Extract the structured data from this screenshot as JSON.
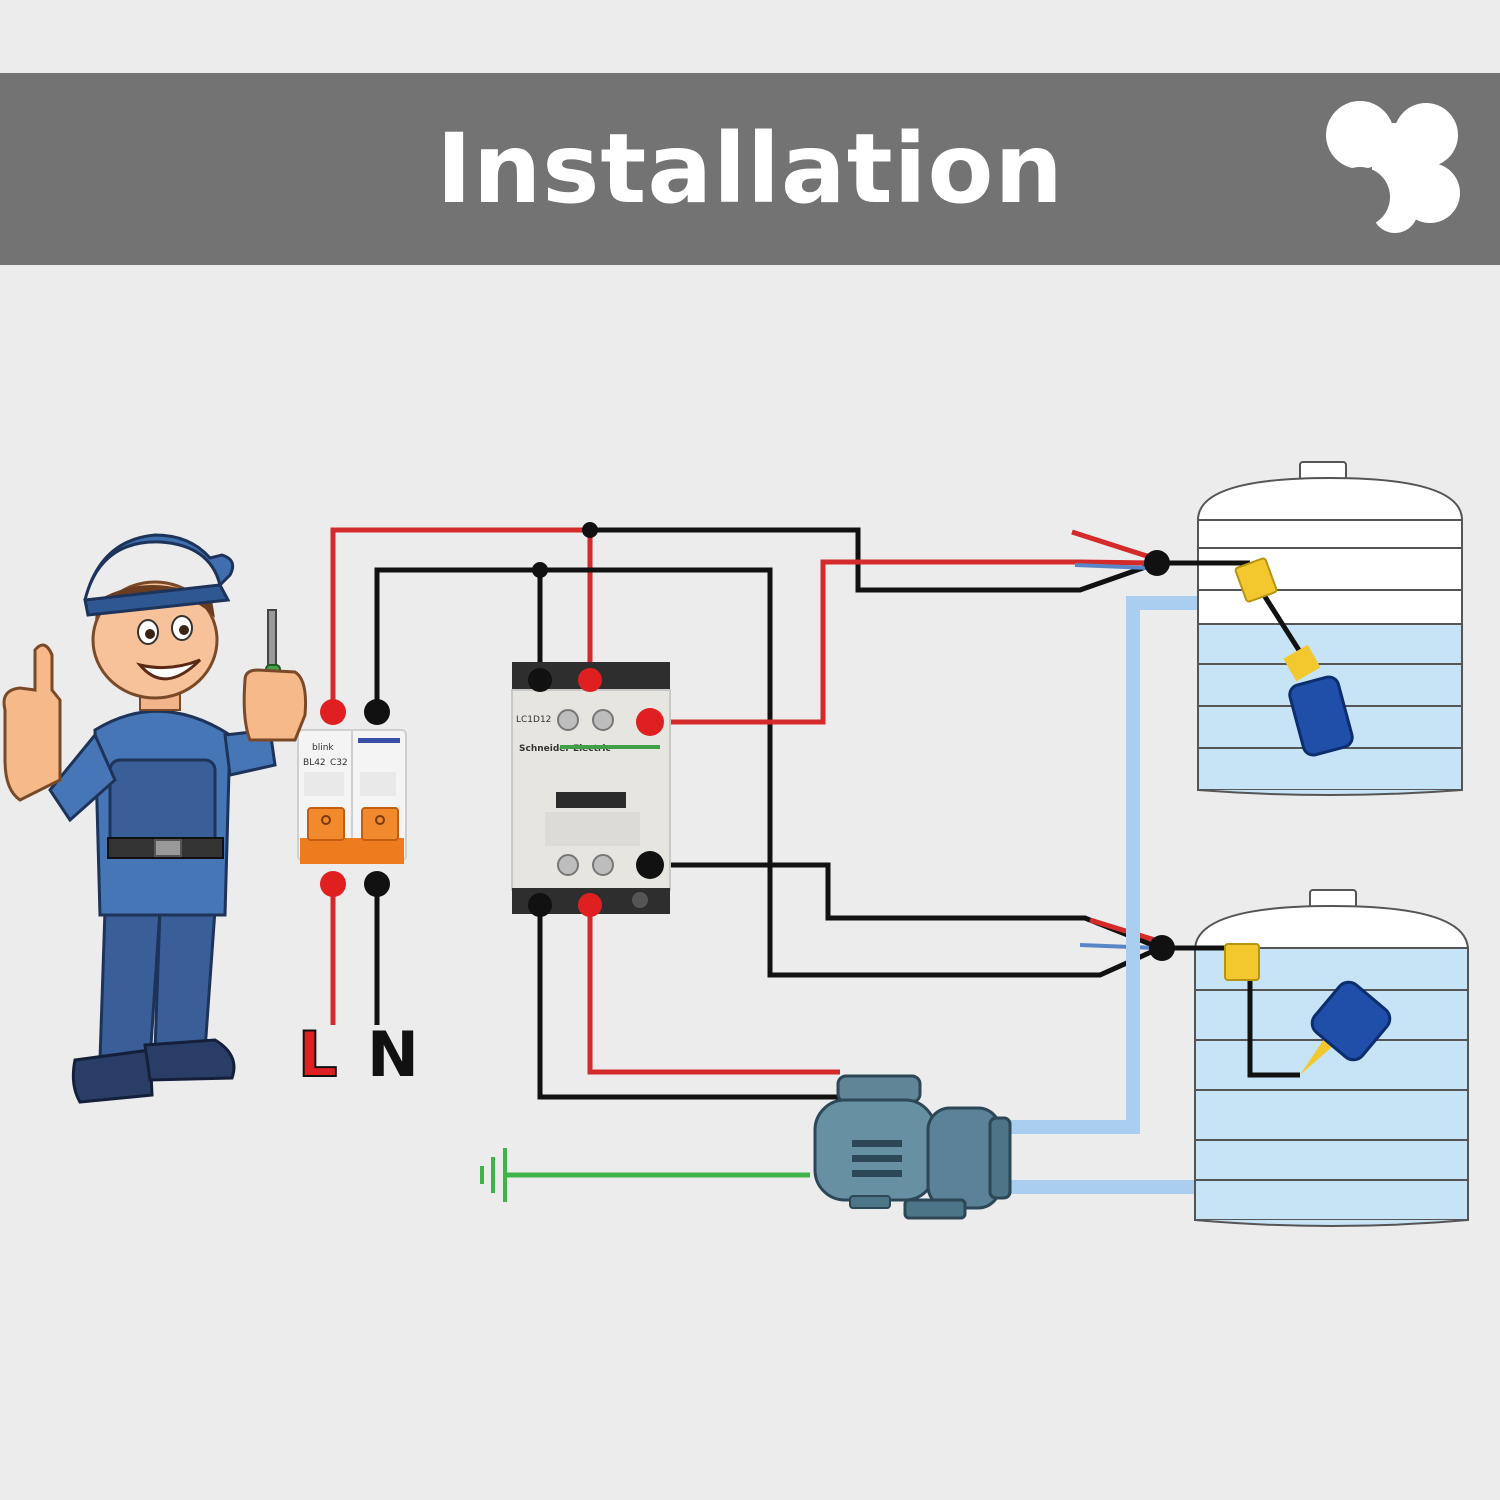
{
  "header": {
    "title": "Installation",
    "logo_icon": "flower-logo-icon",
    "background": "#737373"
  },
  "diagram": {
    "breaker": {
      "brand": "blink",
      "model": "BL42",
      "rating": "C32"
    },
    "contactor": {
      "brand": "Schneider Electric",
      "model": "LC1D12"
    },
    "terminals": {
      "line": "L",
      "neutral": "N",
      "line_color": "#e02020",
      "neutral_color": "#111111"
    },
    "wire_colors": {
      "live": "#d42a2a",
      "neutral": "#111111",
      "earth": "#3fb24a",
      "pipe": "#a9cef0"
    }
  }
}
